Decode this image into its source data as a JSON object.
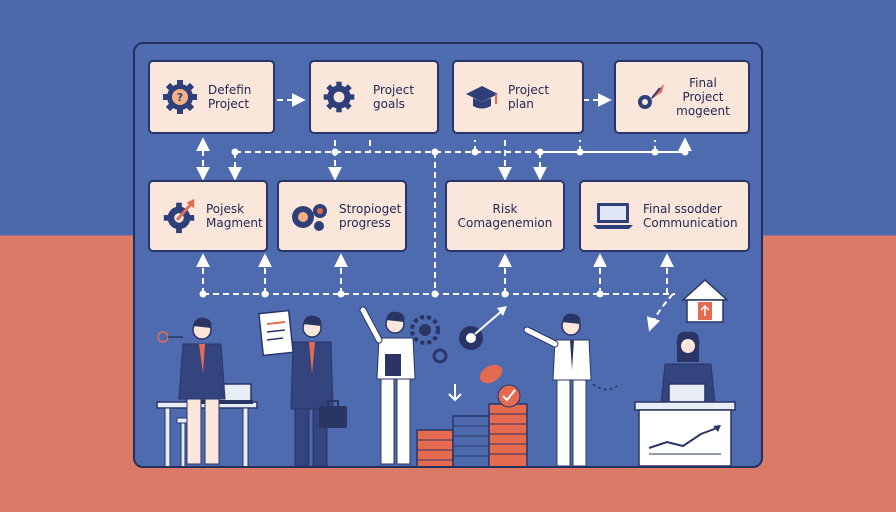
{
  "cards": [
    {
      "id": "define-project",
      "lines": [
        "Defefin",
        "Project"
      ],
      "icon": "gear-question-icon"
    },
    {
      "id": "project-goals",
      "lines": [
        "Project",
        "goals"
      ],
      "icon": "gear-icon"
    },
    {
      "id": "project-plan",
      "lines": [
        "Project",
        "plan"
      ],
      "icon": "graduation-cap-icon"
    },
    {
      "id": "final-project",
      "lines": [
        "Final",
        "Project",
        "mogeent"
      ],
      "icon": "rocket-gear-icon"
    },
    {
      "id": "project-management",
      "lines": [
        "Pojesk",
        "Magment"
      ],
      "icon": "gear-arrow-icon"
    },
    {
      "id": "progress",
      "lines": [
        "Stropioget",
        "progress"
      ],
      "icon": "gears-icon"
    },
    {
      "id": "risk",
      "lines": [
        "Risk",
        "Comagenemion"
      ],
      "icon": ""
    },
    {
      "id": "communication",
      "lines": [
        "Final ssodder",
        "Communication"
      ],
      "icon": "laptop-icon"
    }
  ],
  "colors": {
    "background_top": "#4d6aad",
    "background_bottom": "#dc7a68",
    "panel": "#4f6bb0",
    "card": "#fbe6dc",
    "outline": "#2a3566",
    "accent": "#e46a50"
  },
  "scene_icons": [
    "person-icon",
    "laptop-icon",
    "document-icon",
    "briefcase-icon",
    "gear-icon",
    "house-icon",
    "coin-stack-icon",
    "chart-icon"
  ]
}
